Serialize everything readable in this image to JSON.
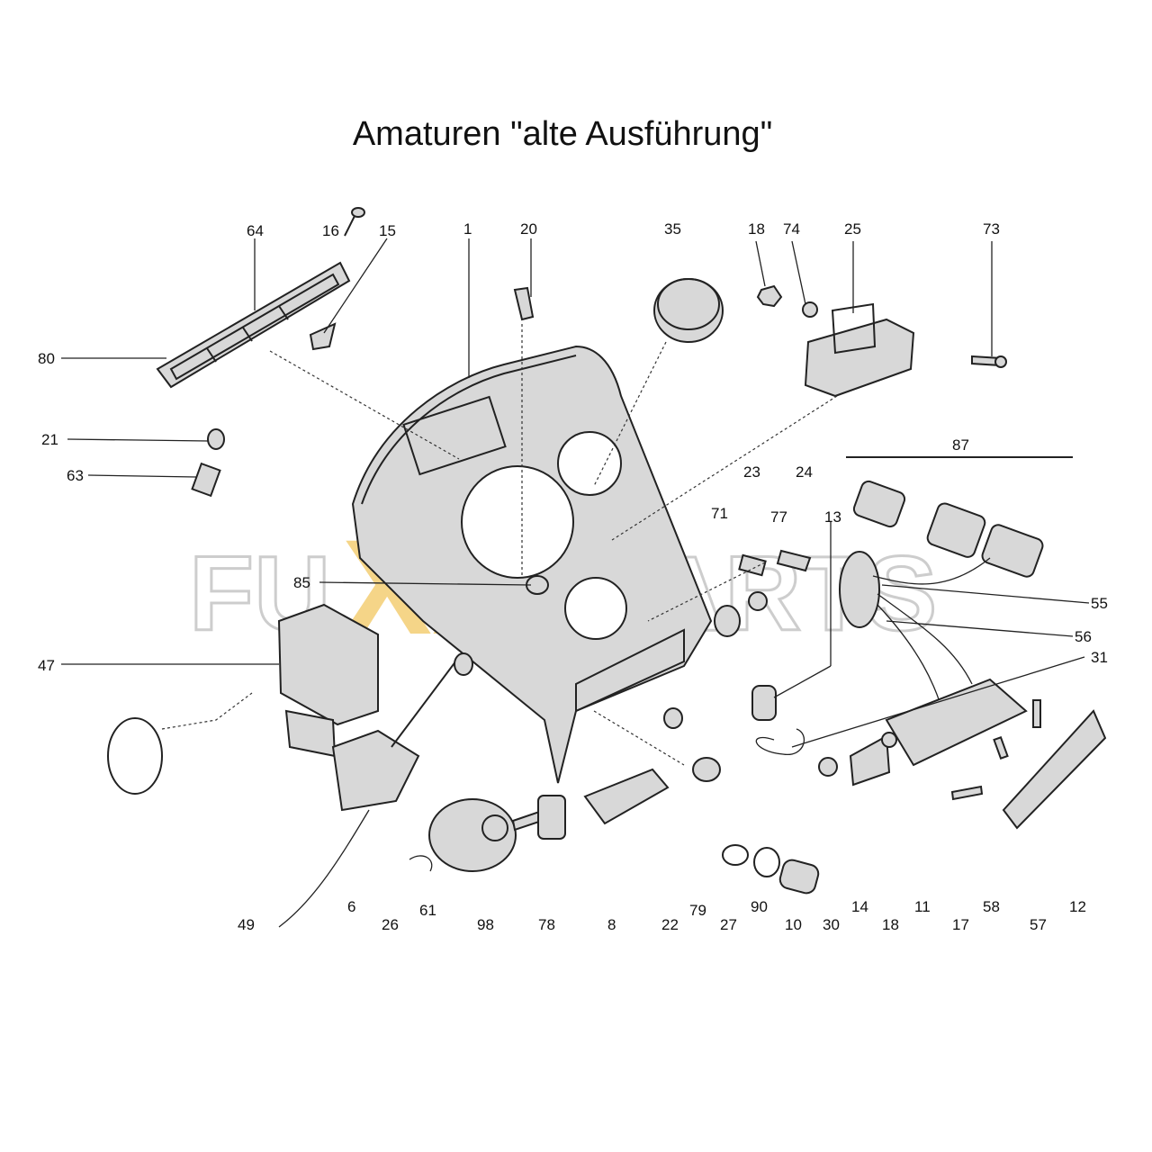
{
  "title": "Amaturen \"alte Ausführung\"",
  "watermark": {
    "left": "FU",
    "middle": "XX",
    "right": "PARTS",
    "accent_color": "#f2c864",
    "outline_color": "#c8c8c8"
  },
  "labels": {
    "p1": "1",
    "p6": "6",
    "p8": "8",
    "p10": "10",
    "p11": "11",
    "p12": "12",
    "p13": "13",
    "p14": "14",
    "p15": "15",
    "p16": "16",
    "p17": "17",
    "p18_top": "18",
    "p18_bottom": "18",
    "p20": "20",
    "p21": "21",
    "p22": "22",
    "p23": "23",
    "p24": "24",
    "p25": "25",
    "p26": "26",
    "p27": "27",
    "p30": "30",
    "p31": "31",
    "p35": "35",
    "p47": "47",
    "p49": "49",
    "p55": "55",
    "p56": "56",
    "p57": "57",
    "p58": "58",
    "p61": "61",
    "p63": "63",
    "p64": "64",
    "p71": "71",
    "p73": "73",
    "p74": "74",
    "p77": "77",
    "p78": "78",
    "p79": "79",
    "p80": "80",
    "p85": "85",
    "p87": "87",
    "p90": "90",
    "p98": "98"
  }
}
